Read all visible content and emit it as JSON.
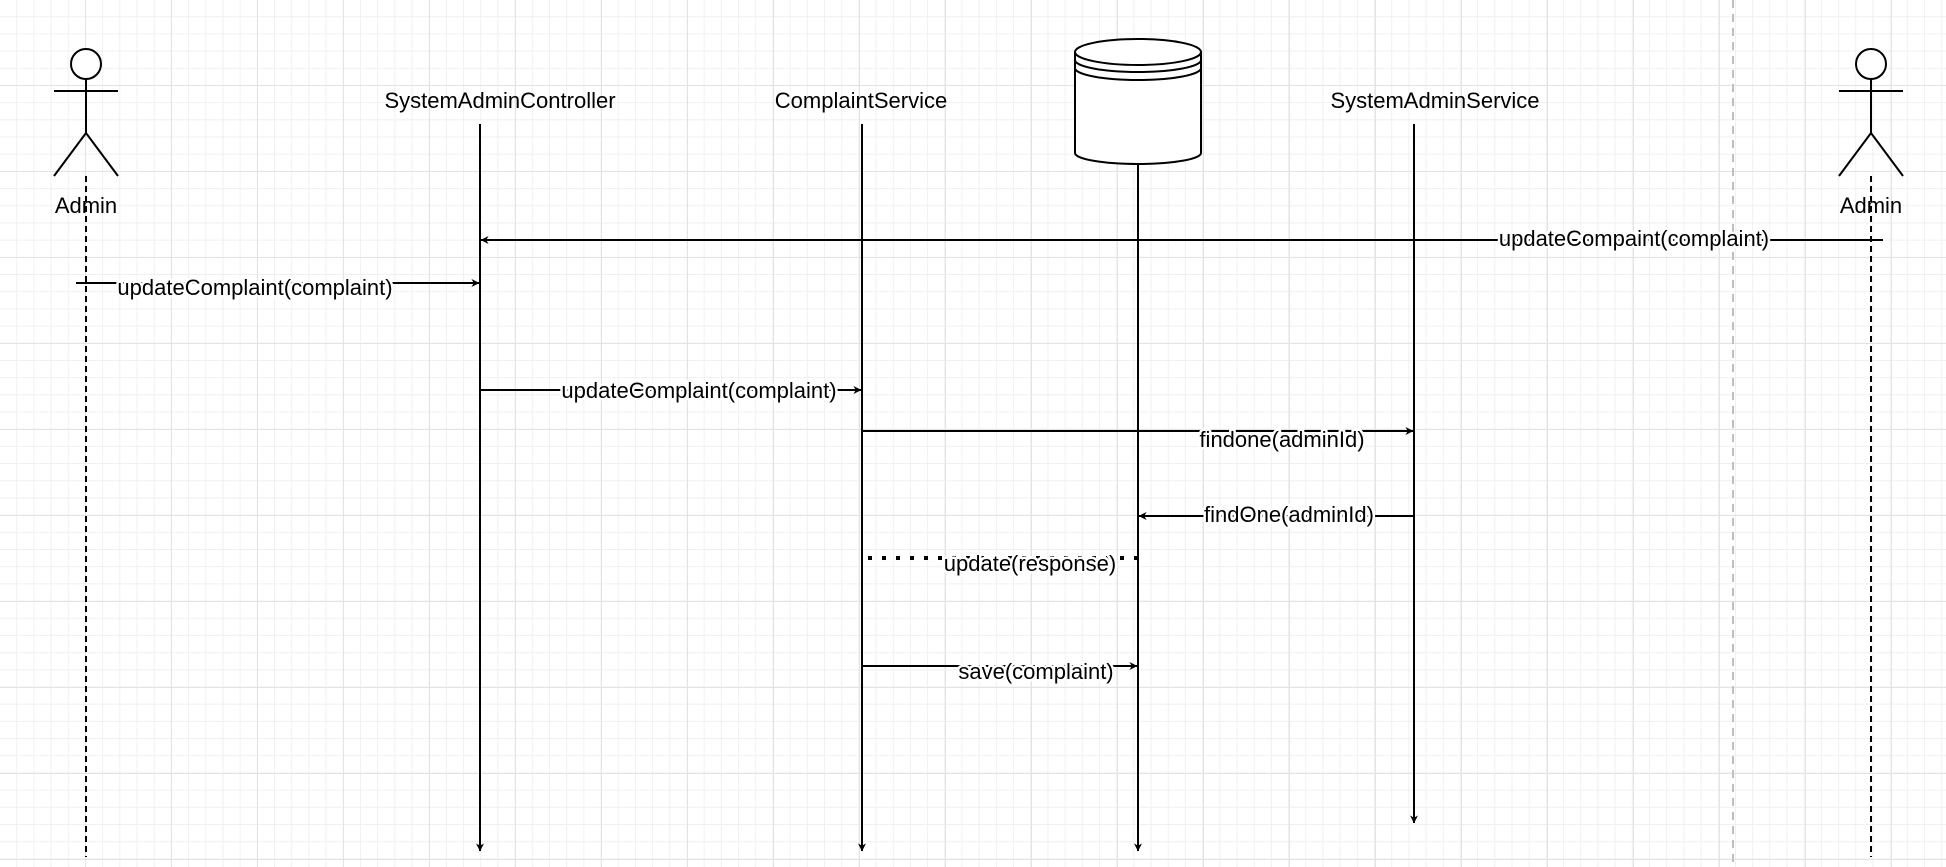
{
  "colors": {
    "line": "#000000",
    "background": "#ffffff",
    "grid": "#e3e3e3",
    "page_break": "#bfbfbf"
  },
  "participants": {
    "admin_left": {
      "label": "Admin",
      "icon": "actor-icon"
    },
    "system_admin_controller": {
      "label": "SystemAdminController"
    },
    "complaint_service": {
      "label": "ComplaintService"
    },
    "database": {
      "label": "",
      "icon": "database-icon"
    },
    "system_admin_service": {
      "label": "SystemAdminService"
    },
    "admin_right": {
      "label": "Admin",
      "icon": "actor-icon"
    }
  },
  "messages": [
    {
      "label": "updateCompaint(complaint)",
      "from": "Admin",
      "to": "SystemAdminController",
      "style": "solid"
    },
    {
      "label": "updateComplaint(complaint)",
      "from": "Admin",
      "to": "SystemAdminController",
      "style": "solid"
    },
    {
      "label": "updateComplaint(complaint)",
      "from": "SystemAdminController",
      "to": "ComplaintService",
      "style": "solid"
    },
    {
      "label": "findone(adminId)",
      "from": "ComplaintService",
      "to": "SystemAdminService",
      "style": "solid"
    },
    {
      "label": "findOne(adminId)",
      "from": "SystemAdminService",
      "to": "database",
      "style": "solid"
    },
    {
      "label": "update(response)",
      "from": "database",
      "to": "ComplaintService",
      "style": "dotted"
    },
    {
      "label": "save(complaint)",
      "from": "ComplaintService",
      "to": "database",
      "style": "solid"
    }
  ]
}
